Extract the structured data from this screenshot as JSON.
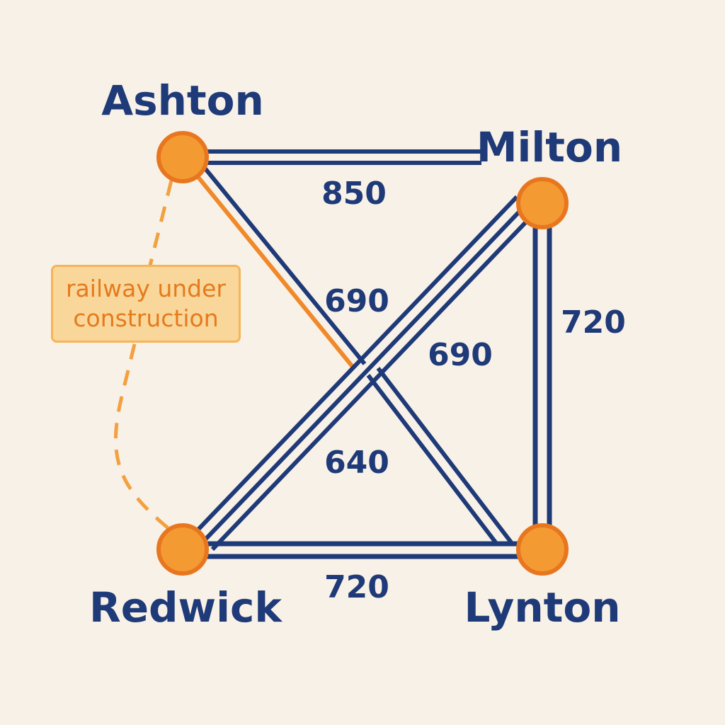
{
  "cities": {
    "ashton": "Ashton",
    "milton": "Milton",
    "redwick": "Redwick",
    "lynton": "Lynton"
  },
  "distances": {
    "ashton_milton": "850",
    "ashton_lynton": "690",
    "milton_redwick": "690",
    "milton_lynton": "720",
    "redwick_lynton": "720",
    "center": "640"
  },
  "note": {
    "line1": "railway under",
    "line2": "construction"
  },
  "colors": {
    "background": "#f8f1e7",
    "rail": "#1f3a78",
    "node": "#f39a33",
    "node_outline": "#e8761f",
    "construction": "#f3a040"
  }
}
